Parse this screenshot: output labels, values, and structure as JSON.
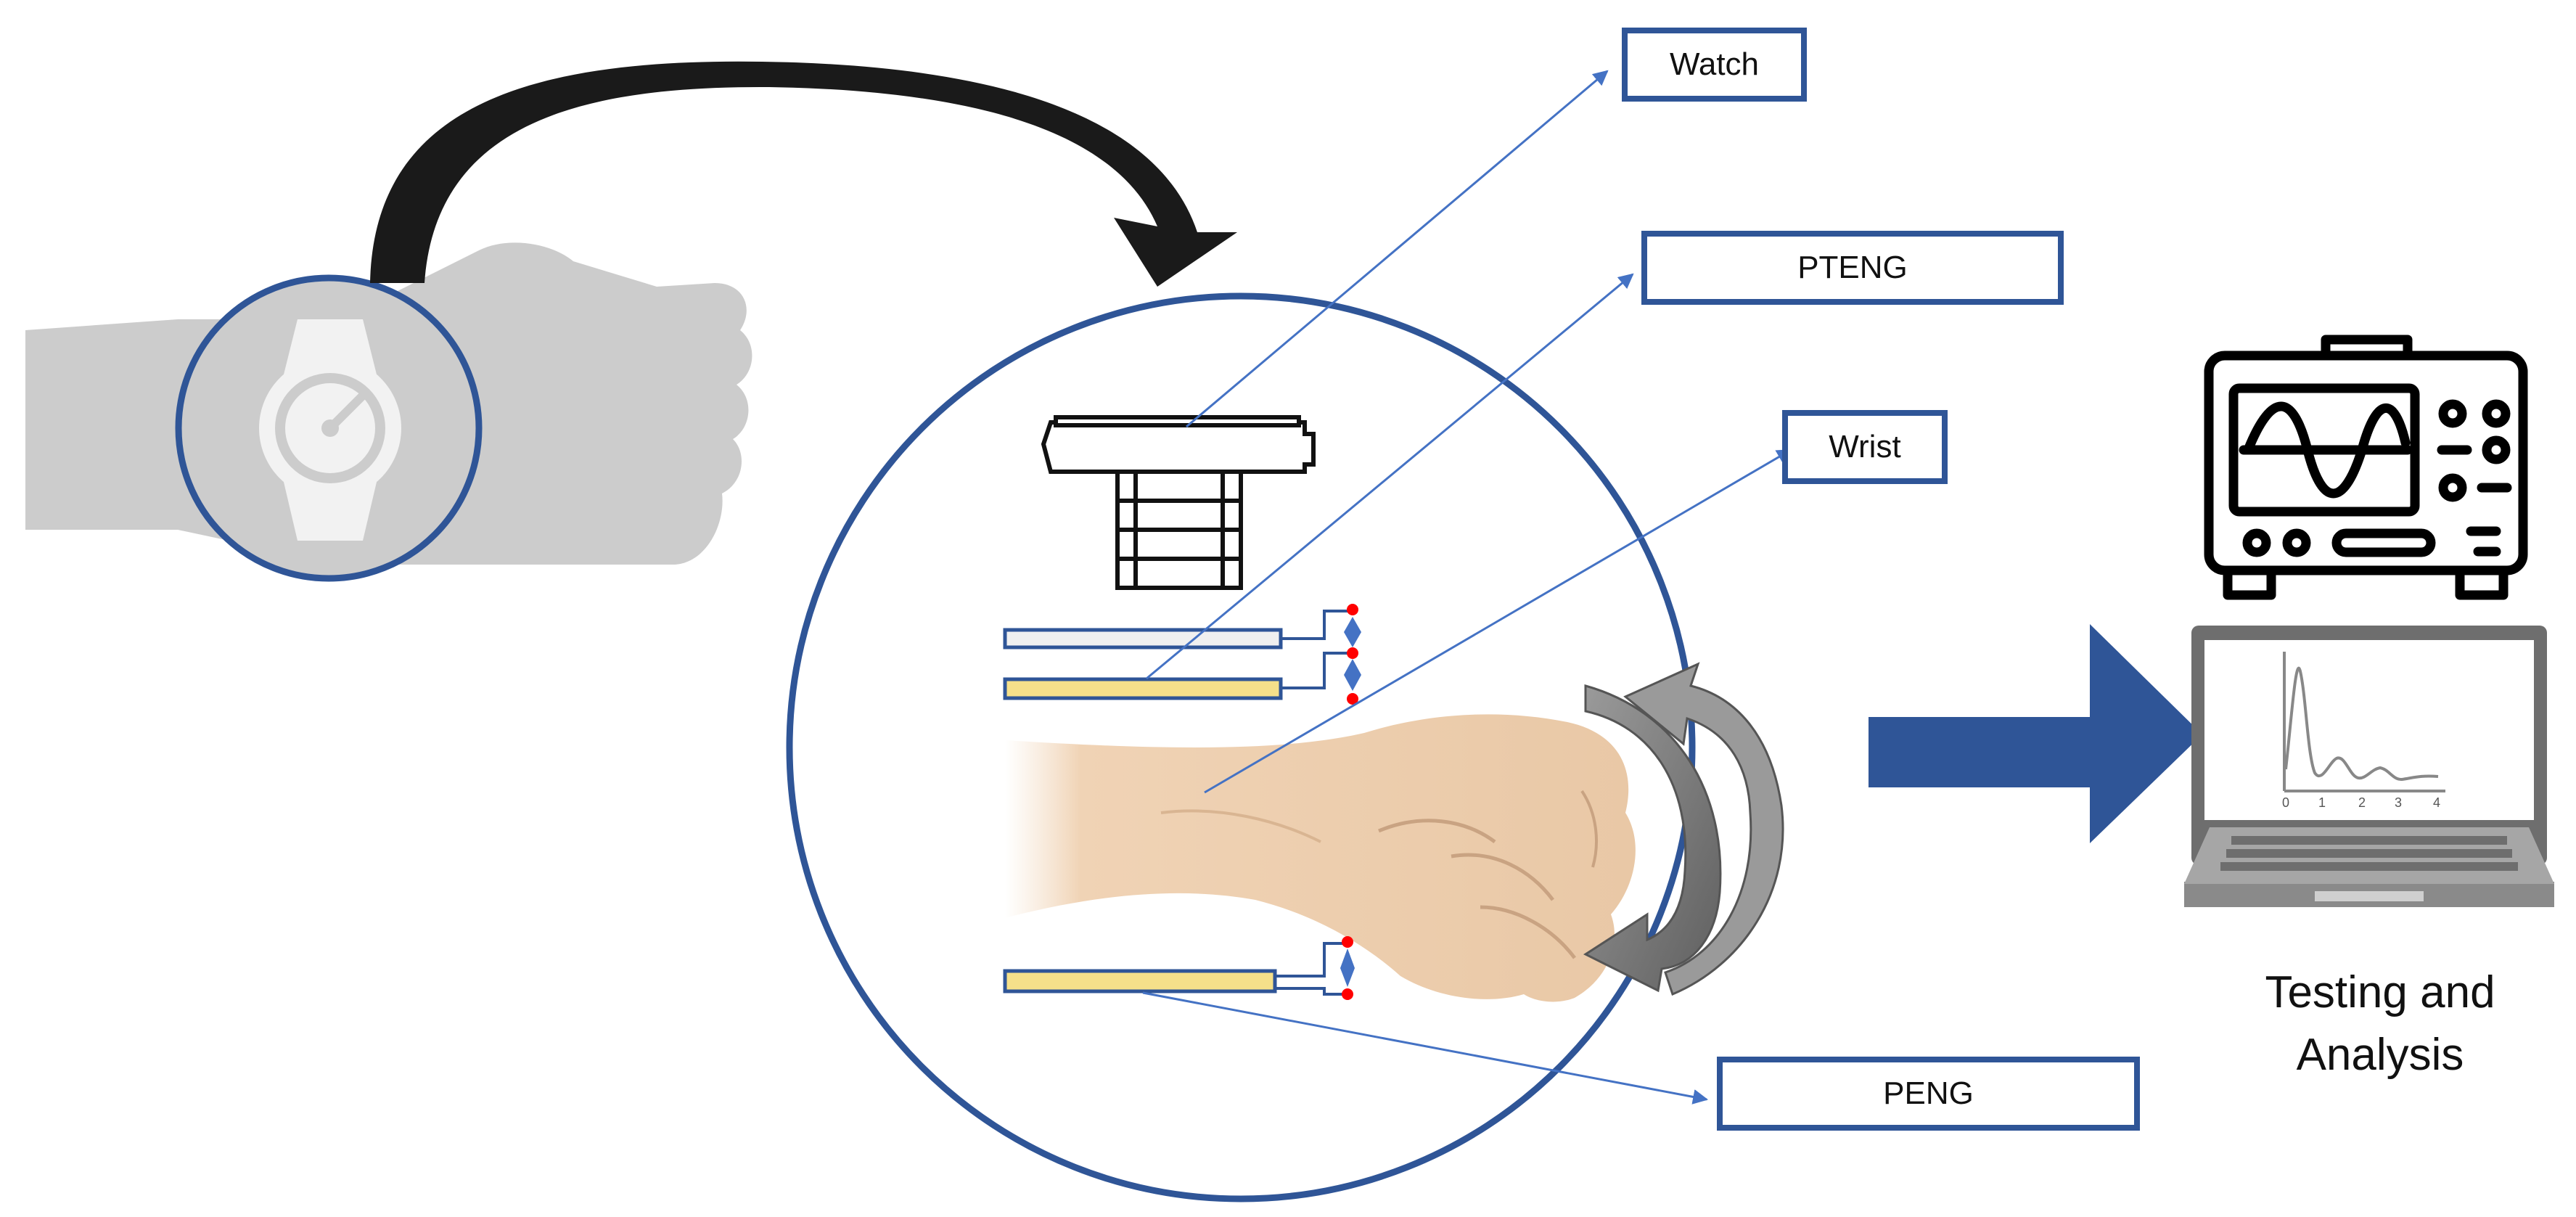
{
  "labels": {
    "watch": "Watch",
    "pteng": "PTENG",
    "wrist": "Wrist",
    "peng": "PENG"
  },
  "caption": {
    "line1": "Testing and",
    "line2": "Analysis"
  },
  "icons": [
    "hand-silhouette-icon",
    "wristwatch-icon",
    "curved-arrow-icon",
    "watch-device-icon",
    "fist-icon",
    "rotation-arrows-icon",
    "right-arrow-icon",
    "oscilloscope-icon",
    "laptop-icon",
    "decay-signal-plot"
  ],
  "colors": {
    "frame_blue": "#2f5597",
    "line_blue": "#4472c4",
    "arrow_blue": "#2f5597",
    "layer_yellow": "#f5e08a",
    "electrode_red": "#ff0000",
    "hand_gray": "#cccccc",
    "skin": "#e9c8a6"
  },
  "plot": {
    "ticks": [
      "0",
      "1",
      "2",
      "3",
      "4"
    ]
  }
}
